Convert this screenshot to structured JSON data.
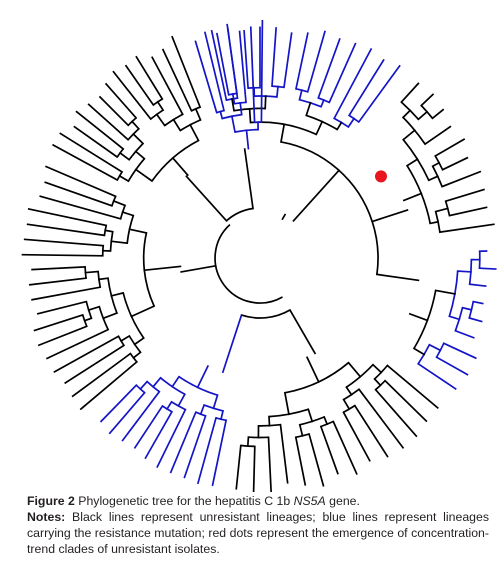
{
  "figure": {
    "colors": {
      "unresistant": "#000000",
      "resistant": "#1414c8",
      "emergence": "#e8141e"
    }
  },
  "caption": {
    "figure_label": "Figure 2",
    "title_prefix": " Phylogenetic tree for the hepatitis C 1b ",
    "gene_name": "NS5A",
    "title_suffix": " gene.",
    "notes_label": "Notes:",
    "notes_text": " Black lines represent unresistant lineages; blue lines represent lineages carrying the resistance mutation; red dots represent the emergence of concentration-trend clades of unresistant isolates."
  }
}
